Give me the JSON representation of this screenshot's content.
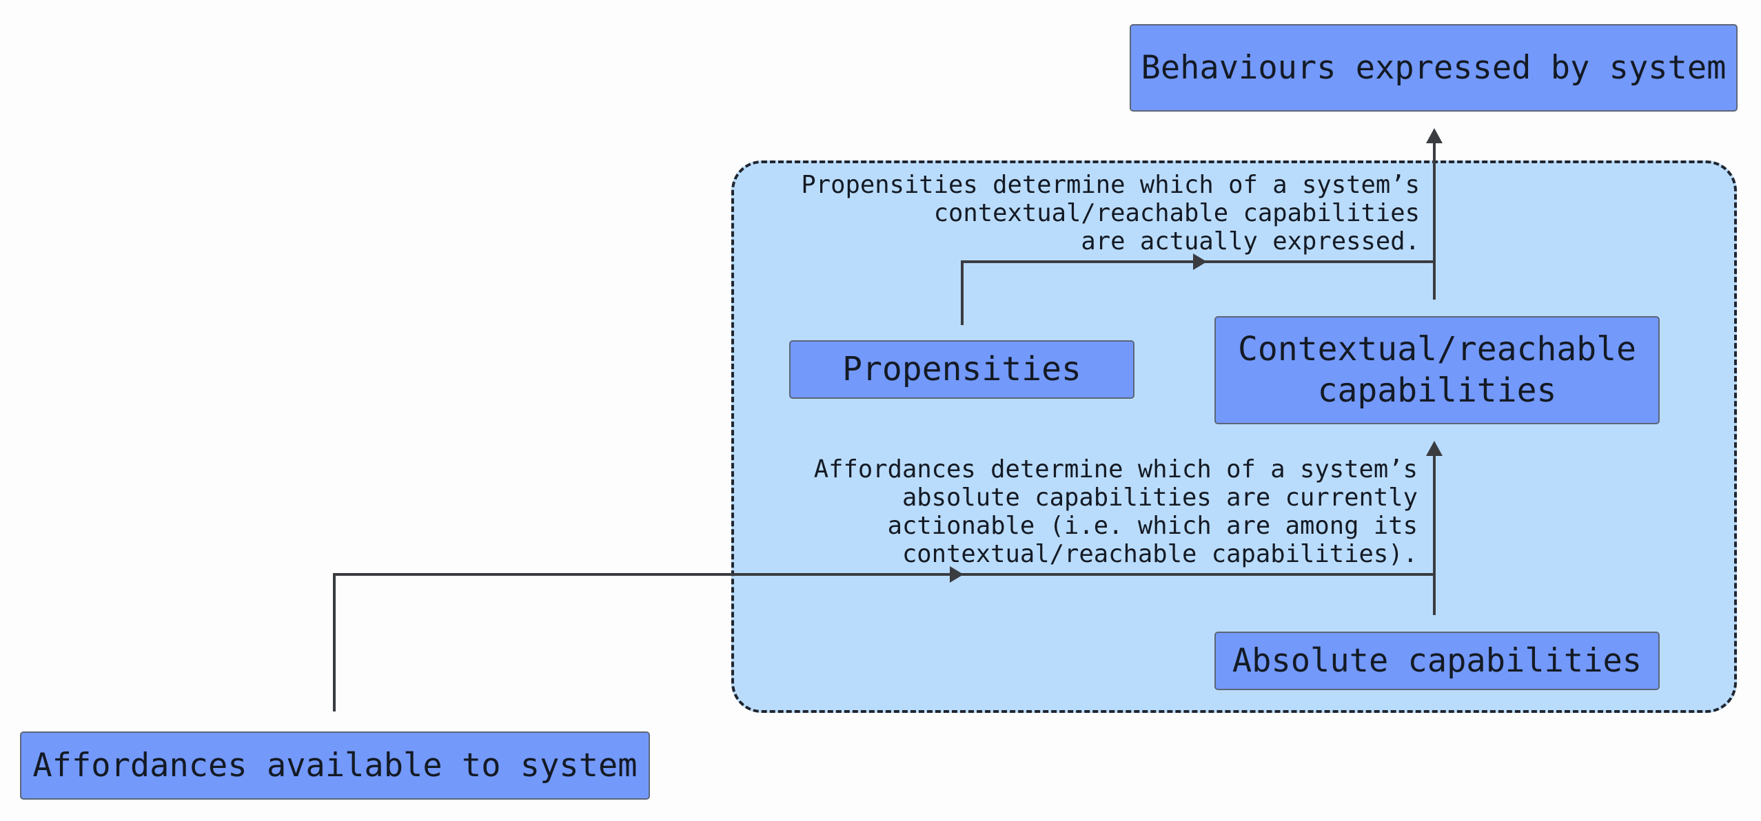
{
  "boxes": {
    "behaviours": "Behaviours expressed by system",
    "propensities": "Propensities",
    "contextual": "Contextual/reachable\ncapabilities",
    "absolute": "Absolute capabilities",
    "affordances": "Affordances available to system"
  },
  "notes": {
    "propensities": "Propensities determine which of a system’s\ncontextual/reachable capabilities\nare actually expressed.",
    "affordances": "Affordances determine which of a system’s\nabsolute capabilities are currently\nactionable (i.e. which are among its\ncontextual/reachable capabilities)."
  },
  "colors": {
    "box_fill": "#7399fa",
    "region_fill": "#badcfc",
    "line": "#3a3c40"
  }
}
